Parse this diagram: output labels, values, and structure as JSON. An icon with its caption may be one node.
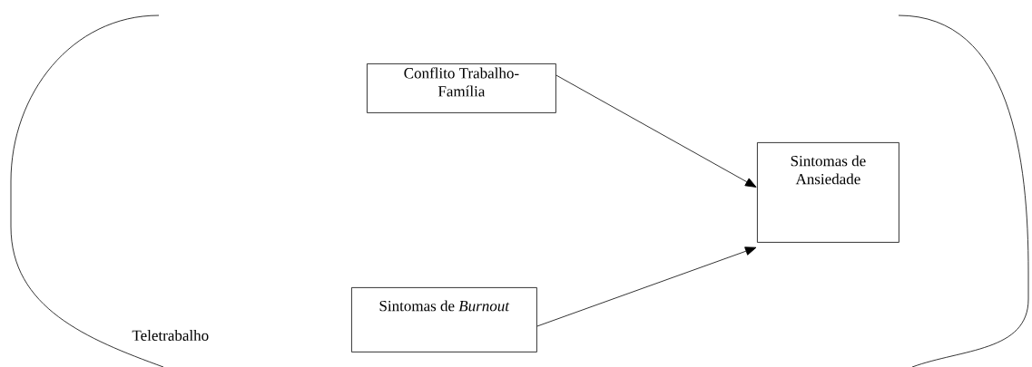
{
  "diagram": {
    "nodes": [
      {
        "text": [
          "Teletrabalho"
        ]
      },
      {
        "text": [
          "Conflito Trabalho- Família"
        ],
        "in": 0
      },
      {
        "text": [
          "Sintomas de Ansiedade"
        ],
        "in": 0
      },
      {
        "text": [
          "Sintomas de *Burnout*"
        ],
        "in": 0
      }
    ],
    "edges": [
      {
        "from": 1,
        "to": 2,
        "arrow": "to"
      },
      {
        "from": 3,
        "to": 2,
        "arrow": "to"
      }
    ]
  }
}
